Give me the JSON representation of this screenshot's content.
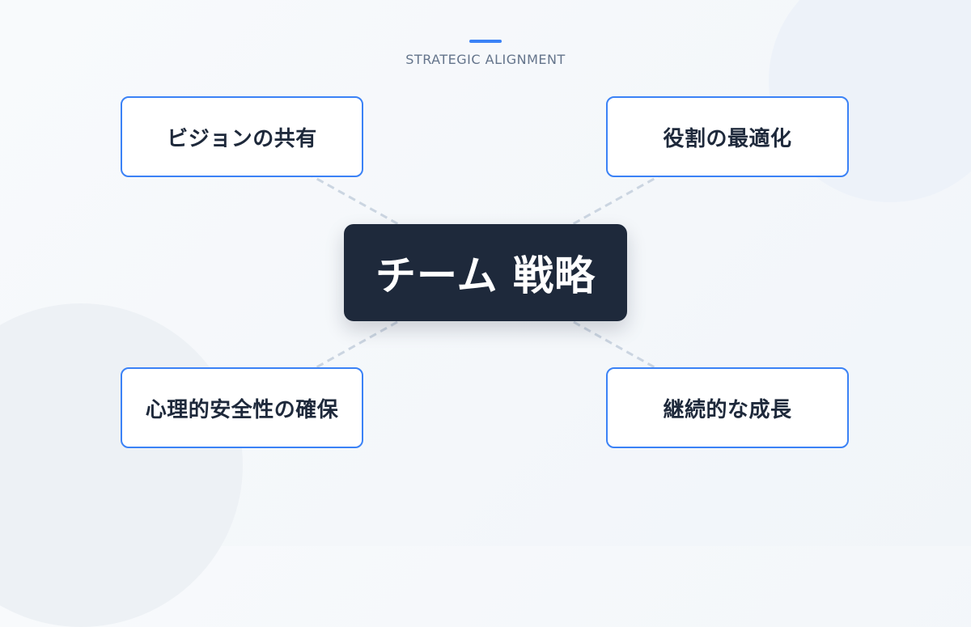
{
  "colors": {
    "accent": "#3b82f6",
    "center_bg": "#1e293b",
    "connector": "#cbd5e1",
    "node_border": "#3b82f6",
    "node_text": "#1e293b",
    "subtitle": "#64748b"
  },
  "header": {
    "subtitle": "STRATEGIC ALIGNMENT"
  },
  "center": {
    "title": "チーム 戦略"
  },
  "nodes": [
    {
      "position": "top-left",
      "label": "ビジョンの共有"
    },
    {
      "position": "top-right",
      "label": "役割の最適化"
    },
    {
      "position": "bottom-left",
      "label": "心理的安全性の確保"
    },
    {
      "position": "bottom-right",
      "label": "継続的な成長"
    }
  ]
}
